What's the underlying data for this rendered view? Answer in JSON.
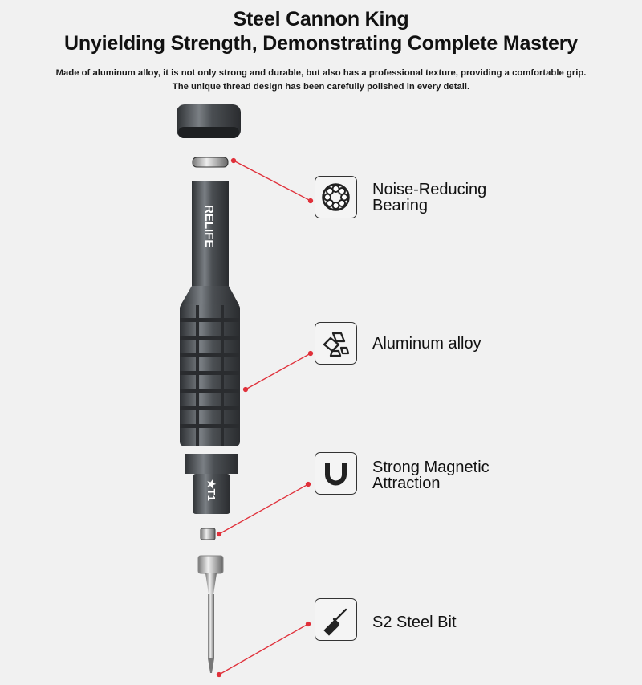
{
  "header": {
    "title_line1": "Steel Cannon King",
    "title_line2": "Unyielding Strength, Demonstrating Complete Mastery",
    "description": "Made of aluminum alloy, it is not only strong and durable, but also has a professional texture, providing a comfortable grip. The unique thread design has been carefully polished in every detail."
  },
  "product": {
    "brand": "RELIFE",
    "bit_marking": "★T1"
  },
  "features": [
    {
      "icon": "bearing-icon",
      "label_line1": "Noise-Reducing",
      "label_line2": "Bearing"
    },
    {
      "icon": "metal-bars-icon",
      "label_line1": "Aluminum alloy"
    },
    {
      "icon": "magnet-icon",
      "label_line1": "Strong Magnetic",
      "label_line2": "Attraction"
    },
    {
      "icon": "screwdriver-icon",
      "label_line1": "S2 Steel Bit"
    }
  ],
  "colors": {
    "accent": "#e0303a",
    "metal": "#4a4e52",
    "background": "#f1f1f1"
  }
}
